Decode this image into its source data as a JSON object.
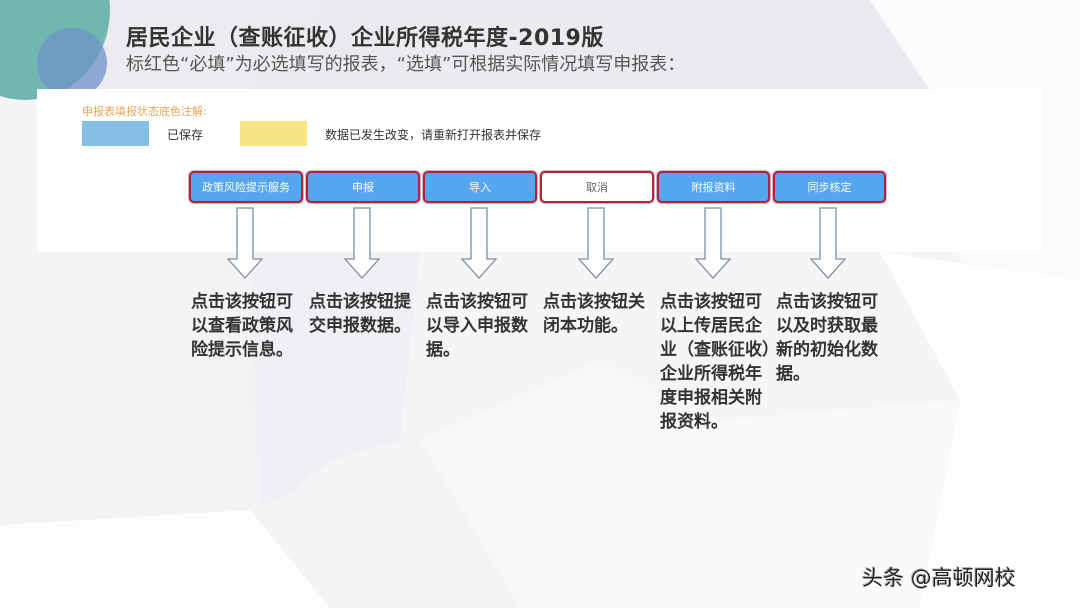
{
  "header": {
    "title": "居民企业（查账征收）企业所得税年度-2019版",
    "subtitle": "标红色“必填”为必选填写的报表，“选填”可根据实际情况填写申报表："
  },
  "legend": {
    "label": "申报表填报状态底色注解:",
    "items": [
      {
        "color": "#85bfe6",
        "text": "已保存"
      },
      {
        "color": "#f7e485",
        "text": "数据已发生改变，请重新打开报表并保存"
      }
    ]
  },
  "colors": {
    "button_fill": "#55a6ee",
    "button_border": "#b3203a",
    "legend_label": "#e4a657",
    "teal_deco": "#72b6b0",
    "blue_deco": "#6e91c8"
  },
  "buttons": [
    {
      "label": "政策风险提示服务",
      "style": "blue"
    },
    {
      "label": "申报",
      "style": "blue"
    },
    {
      "label": "导入",
      "style": "blue"
    },
    {
      "label": "取消",
      "style": "white"
    },
    {
      "label": "附报资料",
      "style": "blue"
    },
    {
      "label": "同步核定",
      "style": "blue"
    }
  ],
  "descriptions": [
    "点击该按钮可以查看政策风险提示信息。",
    "点击该按钮提交申报数据。",
    "点击该按钮可以导入申报数据。",
    "点击该按钮关闭本功能。",
    "点击该按钮可以上传居民企业（查账征收）企业所得税年度申报相关附报资料。",
    "点击该按钮可以及时获取最新的初始化数据。"
  ],
  "watermark": "头条 @高顿网校"
}
